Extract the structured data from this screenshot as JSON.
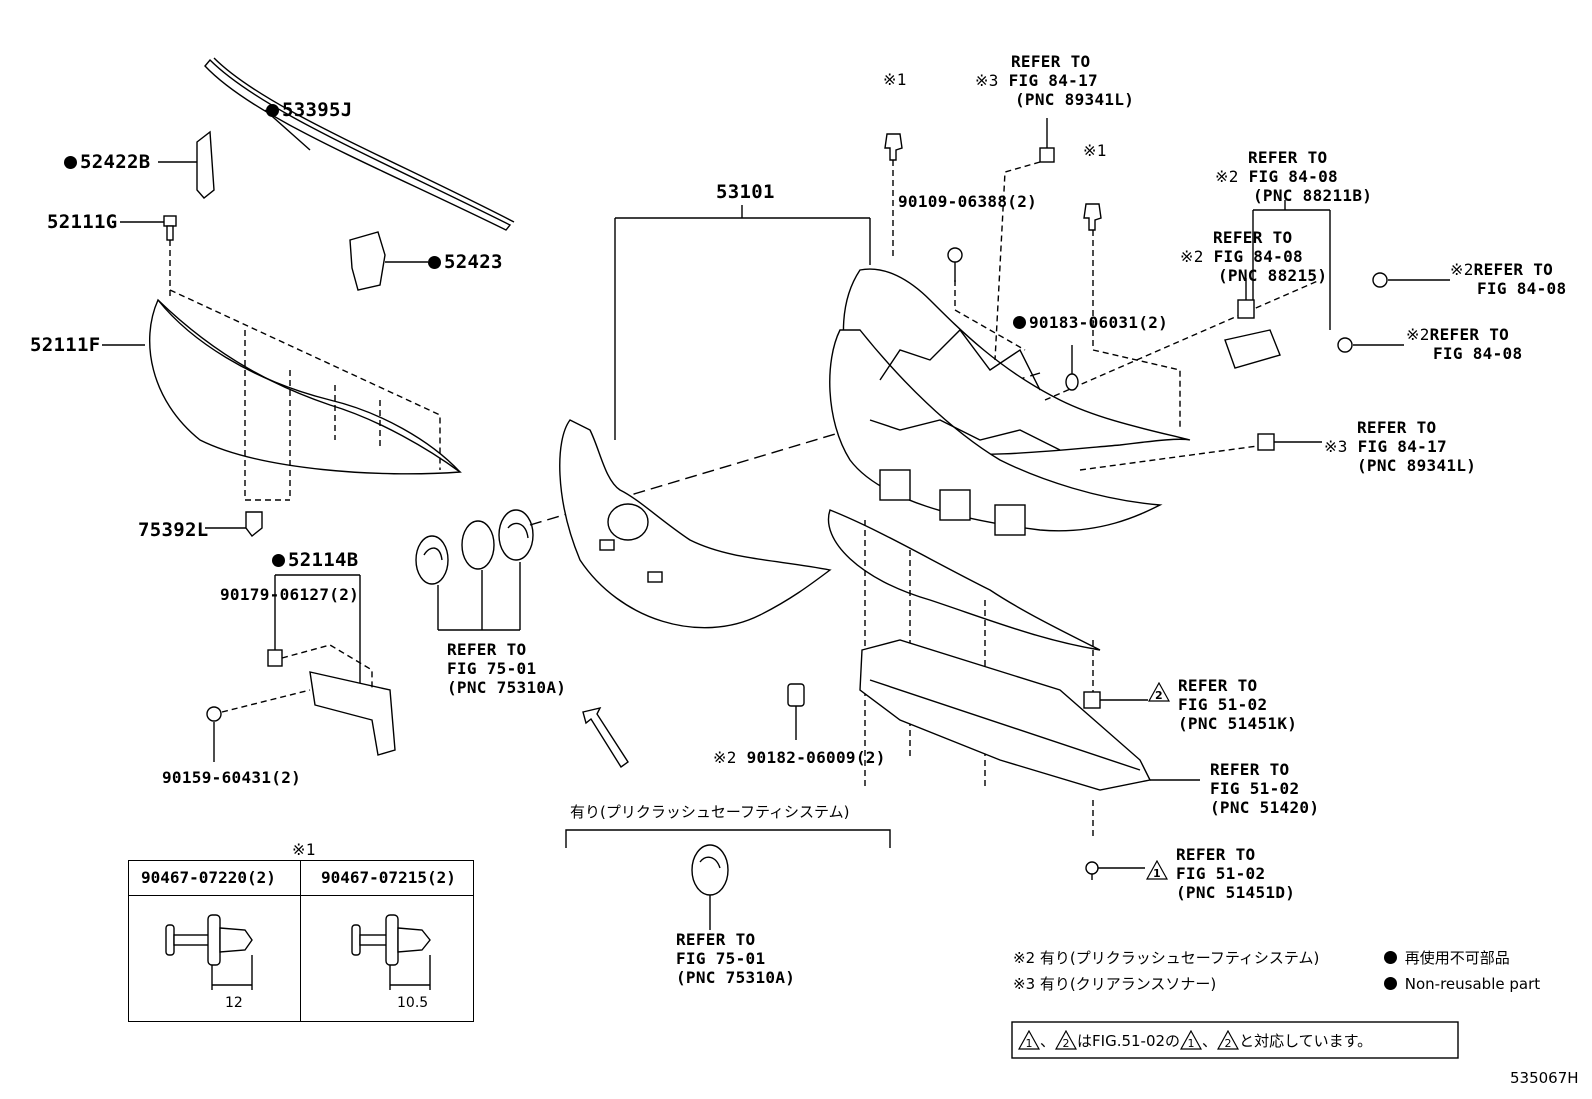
{
  "parts": {
    "p53395J": "53395J",
    "p52422B": "52422B",
    "p52111G": "52111G",
    "p52423": "52423",
    "p52111F": "52111F",
    "p75392L": "75392L",
    "p52114B": "52114B",
    "p90179": "90179-06127(2)",
    "p90159": "90159-60431(2)",
    "p53101": "53101",
    "p90109": "90109-06388(2)",
    "p90183": "90183-06031(2)",
    "p90182": "90182-06009(2)",
    "mark1_a": "※1",
    "mark1_b": "※1",
    "mark1_box": "※1",
    "mark2_90182": "※2"
  },
  "refs": {
    "r89341L_top": {
      "mark": "※3",
      "l1": "REFER TO",
      "l2": "FIG 84-17",
      "l3": "(PNC 89341L)"
    },
    "r88211B": {
      "mark": "※2",
      "l1": "REFER TO",
      "l2": "FIG 84-08",
      "l3": "(PNC 88211B)"
    },
    "r88215": {
      "mark": "※2",
      "l1": "REFER TO",
      "l2": "FIG 84-08",
      "l3": "(PNC 88215)"
    },
    "r8408_a": {
      "mark": "※2",
      "l1": "REFER TO",
      "l2": "FIG 84-08"
    },
    "r8408_b": {
      "mark": "※2",
      "l1": "REFER TO",
      "l2": "FIG 84-08"
    },
    "r89341L_mid": {
      "mark": "※3",
      "l1": "REFER TO",
      "l2": "FIG 84-17",
      "l3": "(PNC 89341L)"
    },
    "r75310A_left": {
      "l1": "REFER TO",
      "l2": "FIG 75-01",
      "l3": "(PNC 75310A)"
    },
    "r75310A_bottom": {
      "l1": "REFER TO",
      "l2": "FIG 75-01",
      "l3": "(PNC 75310A)"
    },
    "r51451K": {
      "mark": "2",
      "l1": "REFER TO",
      "l2": "FIG 51-02",
      "l3": "(PNC 51451K)"
    },
    "r51420": {
      "l1": "REFER TO",
      "l2": "FIG 51-02",
      "l3": "(PNC 51420)"
    },
    "r51451D": {
      "mark": "1",
      "l1": "REFER TO",
      "l2": "FIG 51-02",
      "l3": "(PNC 51451D)"
    }
  },
  "bracket_label": "有り(プリクラッシュセーフティシステム)",
  "table": {
    "col1": "90467-07220(2)",
    "col2": "90467-07215(2)",
    "dim1": "12",
    "dim2": "10.5"
  },
  "legend": {
    "note2": "※2 有り(プリクラッシュセーフティシステム)",
    "note3": "※3 有り(クリアランスソナー)",
    "nonreuse_jp": "再使用不可部品",
    "nonreuse_en": "Non-reusable part",
    "tri1": "1",
    "tri2": "2",
    "sep": "、",
    "box_mid": "はFIG.51-02の",
    "box_end": "と対応しています。"
  },
  "figure_code": "535067H"
}
